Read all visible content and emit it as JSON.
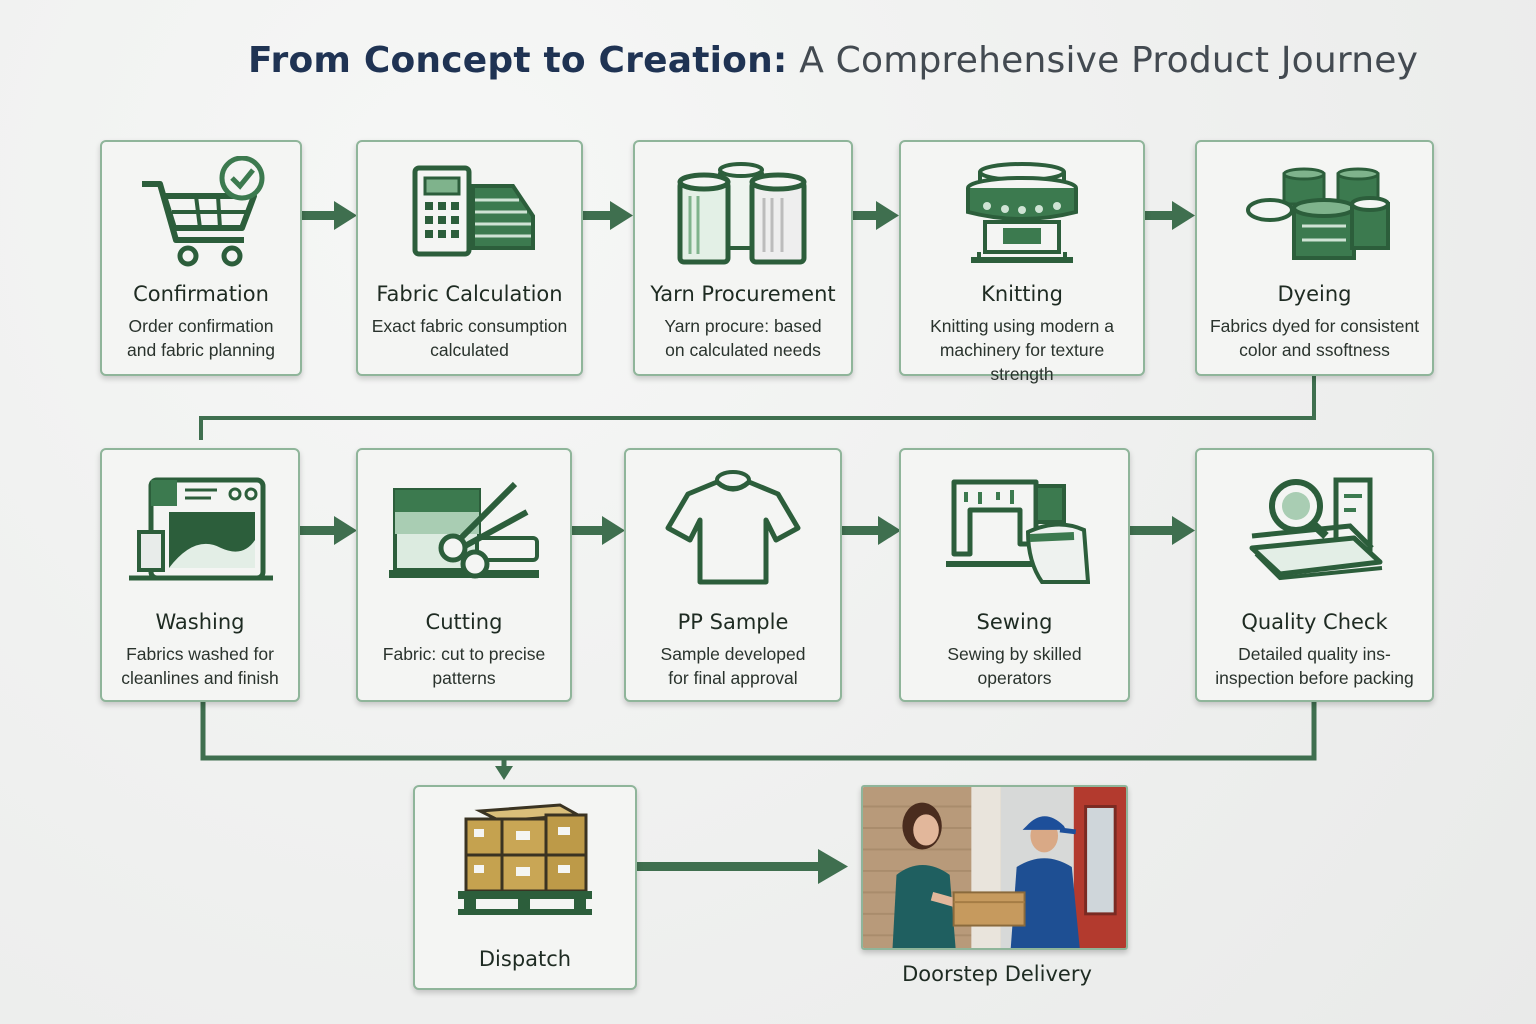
{
  "title": {
    "bold": "From Concept to Creation:",
    "rest": " A Comprehensive Product Journey"
  },
  "colors": {
    "accent_green": "#3c7a4f",
    "light_green": "#7fb38c",
    "connector": "#3f6f4f",
    "title_navy": "#1f3353"
  },
  "steps": [
    {
      "name": "Confirmation",
      "desc": [
        "Order confirmation",
        "and fabric planning"
      ],
      "icon": "shopping-cart-check-icon"
    },
    {
      "name": "Fabric Calculation",
      "desc": [
        "Exact fabric consumption",
        "calculated"
      ],
      "icon": "calculator-fabric-icon"
    },
    {
      "name": "Yarn Procurement",
      "desc": [
        "Yarn procure: based",
        "on calculated needs"
      ],
      "icon": "yarn-spools-icon"
    },
    {
      "name": "Knitting",
      "desc": [
        "Knitting using modern a",
        "machinery for texture strength"
      ],
      "icon": "knitting-machine-icon"
    },
    {
      "name": "Dyeing",
      "desc": [
        "Fabrics dyed for consistent",
        "color and ssoftness"
      ],
      "icon": "dye-vats-icon"
    },
    {
      "name": "Washing",
      "desc": [
        "Fabrics washed for",
        "cleanlines and finish"
      ],
      "icon": "washing-machine-icon"
    },
    {
      "name": "Cutting",
      "desc": [
        "Fabric: cut to precise",
        "patterns"
      ],
      "icon": "scissors-fabric-icon"
    },
    {
      "name": "PP Sample",
      "desc": [
        "Sample developed",
        "for final approval"
      ],
      "icon": "tshirt-icon"
    },
    {
      "name": "Sewing",
      "desc": [
        "Sewing by skilled",
        "operators"
      ],
      "icon": "sewing-machine-icon"
    },
    {
      "name": "Quality Check",
      "desc": [
        "Detailed quality ins-",
        "inspection before packing"
      ],
      "icon": "magnifier-inspection-icon"
    },
    {
      "name": "Dispatch",
      "desc": [],
      "icon": "pallet-boxes-icon"
    },
    {
      "name": "Doorstep Delivery",
      "desc": [],
      "icon": "delivery-photo"
    }
  ]
}
